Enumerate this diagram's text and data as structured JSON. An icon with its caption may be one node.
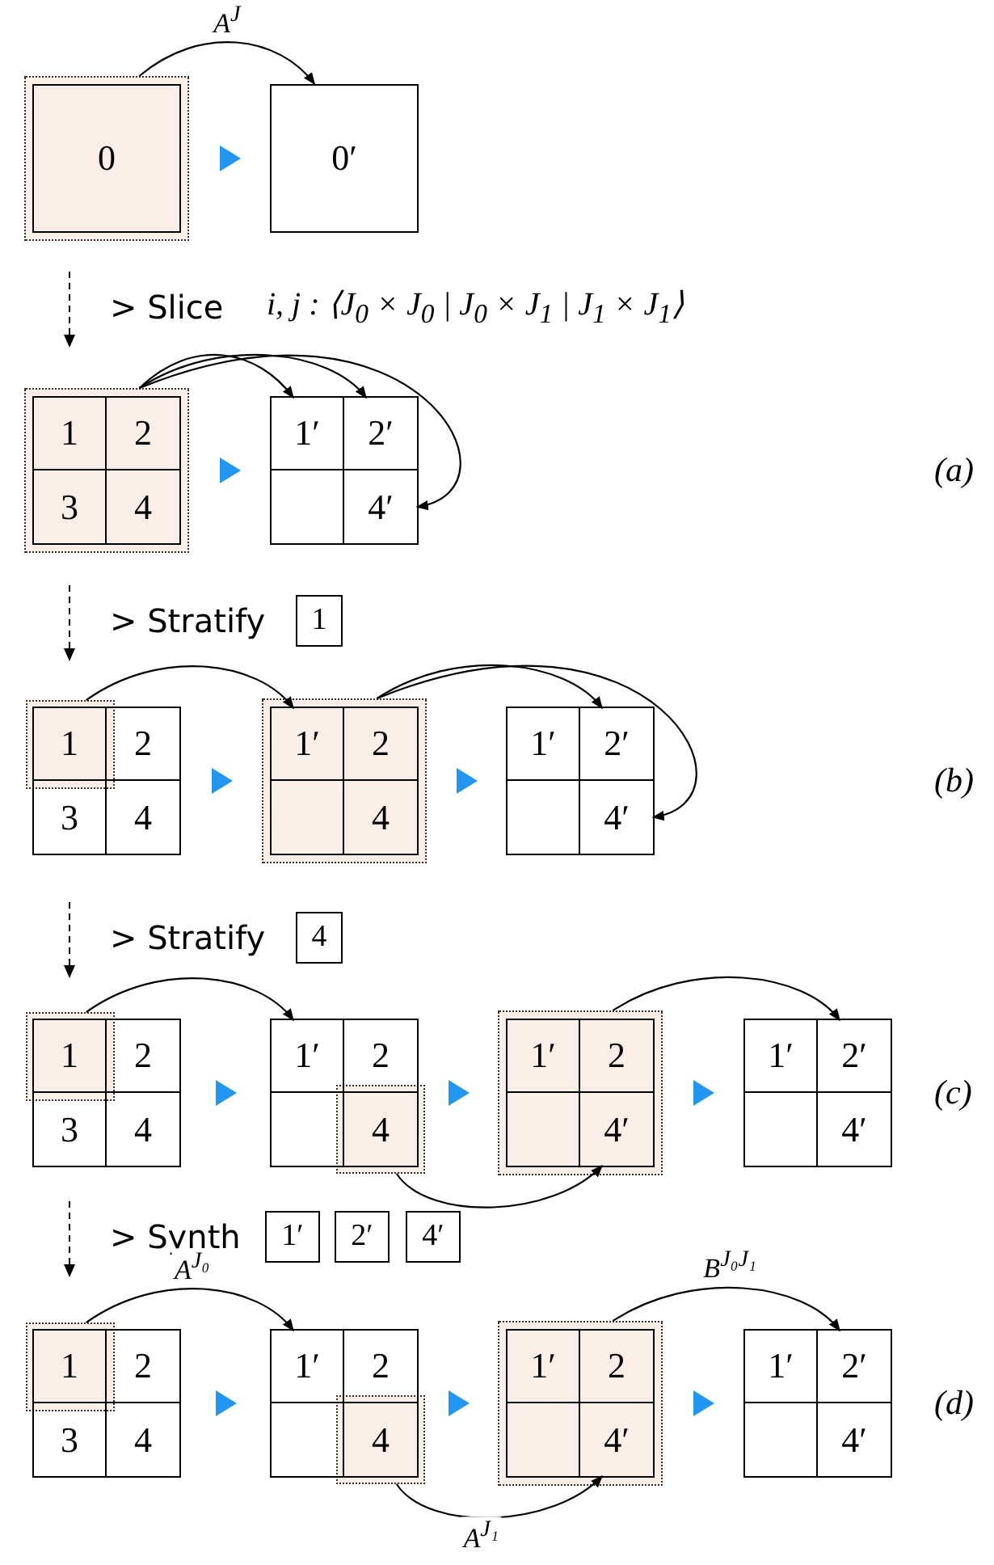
{
  "diagram": {
    "nodes": [
      {
        "text": [
          "0"
        ]
      },
      {
        "text": [
          "0′"
        ]
      },
      {
        "text": [],
        "shape": "box"
      },
      {
        "text": [
          "1"
        ],
        "in": 2
      },
      {
        "text": [
          "2"
        ],
        "in": 2
      },
      {
        "text": [
          "3"
        ],
        "in": 2
      },
      {
        "text": [
          "4"
        ],
        "in": 2
      },
      {
        "text": [],
        "shape": "box"
      },
      {
        "text": [
          "1′"
        ],
        "in": 7
      },
      {
        "text": [
          "2′"
        ],
        "in": 7
      },
      {
        "text": [],
        "shape": "box",
        "in": 7
      },
      {
        "text": [
          "4′"
        ],
        "in": 7
      },
      {
        "text": [
          "1"
        ]
      },
      {
        "text": [],
        "shape": "box"
      },
      {
        "text": [
          "1"
        ],
        "in": 13
      },
      {
        "text": [
          "2"
        ],
        "in": 13
      },
      {
        "text": [
          "3"
        ],
        "in": 13
      },
      {
        "text": [
          "4"
        ],
        "in": 13
      },
      {
        "text": [],
        "shape": "box"
      },
      {
        "text": [
          "1′"
        ],
        "in": 18
      },
      {
        "text": [
          "2"
        ],
        "in": 18
      },
      {
        "text": [],
        "shape": "box",
        "in": 18
      },
      {
        "text": [
          "4"
        ],
        "in": 18
      },
      {
        "text": [],
        "shape": "box"
      },
      {
        "text": [
          "1′"
        ],
        "in": 23
      },
      {
        "text": [
          "2′"
        ],
        "in": 23
      },
      {
        "text": [],
        "shape": "box",
        "in": 23
      },
      {
        "text": [
          "4′"
        ],
        "in": 23
      },
      {
        "text": [
          "4"
        ]
      },
      {
        "text": [],
        "shape": "box"
      },
      {
        "text": [
          "1"
        ],
        "in": 29
      },
      {
        "text": [
          "2"
        ],
        "in": 29
      },
      {
        "text": [
          "3"
        ],
        "in": 29
      },
      {
        "text": [
          "4"
        ],
        "in": 29
      },
      {
        "text": [],
        "shape": "box"
      },
      {
        "text": [
          "1′"
        ],
        "in": 34
      },
      {
        "text": [
          "2"
        ],
        "in": 34
      },
      {
        "text": [],
        "shape": "box",
        "in": 34
      },
      {
        "text": [
          "4"
        ],
        "in": 34
      },
      {
        "text": [],
        "shape": "box"
      },
      {
        "text": [
          "1′"
        ],
        "in": 39
      },
      {
        "text": [
          "2"
        ],
        "in": 39
      },
      {
        "text": [],
        "shape": "box",
        "in": 39
      },
      {
        "text": [
          "4′"
        ],
        "in": 39
      },
      {
        "text": [],
        "shape": "box"
      },
      {
        "text": [
          "1′"
        ],
        "in": 44
      },
      {
        "text": [
          "2′"
        ],
        "in": 44
      },
      {
        "text": [],
        "shape": "box",
        "in": 44
      },
      {
        "text": [
          "4′"
        ],
        "in": 44
      },
      {
        "text": [
          "1′"
        ]
      },
      {
        "text": [
          "2′"
        ]
      },
      {
        "text": [
          "4′"
        ]
      },
      {
        "text": [],
        "shape": "box"
      },
      {
        "text": [
          "1"
        ],
        "in": 52
      },
      {
        "text": [
          "2"
        ],
        "in": 52
      },
      {
        "text": [
          "3"
        ],
        "in": 52
      },
      {
        "text": [
          "4"
        ],
        "in": 52
      },
      {
        "text": [],
        "shape": "box"
      },
      {
        "text": [
          "1′"
        ],
        "in": 57
      },
      {
        "text": [
          "2"
        ],
        "in": 57
      },
      {
        "text": [],
        "shape": "box",
        "in": 57
      },
      {
        "text": [
          "4"
        ],
        "in": 57
      },
      {
        "text": [],
        "shape": "box"
      },
      {
        "text": [
          "1′"
        ],
        "in": 62
      },
      {
        "text": [
          "2"
        ],
        "in": 62
      },
      {
        "text": [],
        "shape": "box",
        "in": 62
      },
      {
        "text": [
          "4′"
        ],
        "in": 62
      },
      {
        "text": [],
        "shape": "box"
      },
      {
        "text": [
          "1′"
        ],
        "in": 67
      },
      {
        "text": [
          "2′"
        ],
        "in": 67
      },
      {
        "text": [],
        "shape": "box",
        "in": 67
      },
      {
        "text": [
          "4′"
        ],
        "in": 67
      }
    ],
    "edges": [
      {
        "from": 0,
        "to": 1,
        "arrow": "to",
        "label": "A$^{J}$"
      },
      {
        "from": 0,
        "to": 1,
        "arrow": "to",
        "color": "#2196f3"
      },
      {
        "from": 2,
        "to": 8,
        "arrow": "to"
      },
      {
        "from": 2,
        "to": 9,
        "arrow": "to"
      },
      {
        "from": 2,
        "to": 11,
        "arrow": "to"
      },
      {
        "from": 2,
        "to": 7,
        "arrow": "to",
        "color": "#2196f3"
      },
      {
        "from": 14,
        "to": 19,
        "arrow": "to"
      },
      {
        "from": 18,
        "to": 25,
        "arrow": "to"
      },
      {
        "from": 18,
        "to": 27,
        "arrow": "to"
      },
      {
        "from": 13,
        "to": 18,
        "arrow": "to",
        "color": "#2196f3"
      },
      {
        "from": 18,
        "to": 23,
        "arrow": "to",
        "color": "#2196f3"
      },
      {
        "from": 30,
        "to": 35,
        "arrow": "to"
      },
      {
        "from": 38,
        "to": 43,
        "arrow": "to"
      },
      {
        "from": 39,
        "to": 46,
        "arrow": "to"
      },
      {
        "from": 29,
        "to": 34,
        "arrow": "to",
        "color": "#2196f3"
      },
      {
        "from": 34,
        "to": 39,
        "arrow": "to",
        "color": "#2196f3"
      },
      {
        "from": 39,
        "to": 44,
        "arrow": "to",
        "color": "#2196f3"
      },
      {
        "from": 53,
        "to": 58,
        "arrow": "to",
        "label": "A$^{J₀}$"
      },
      {
        "from": 61,
        "to": 66,
        "arrow": "to",
        "label": "A$^{J₁}$"
      },
      {
        "from": 62,
        "to": 69,
        "arrow": "to",
        "label": "B$^{J₀J₁}$"
      },
      {
        "from": 52,
        "to": 57,
        "arrow": "to",
        "color": "#2196f3"
      },
      {
        "from": 57,
        "to": 62,
        "arrow": "to",
        "color": "#2196f3"
      },
      {
        "from": 62,
        "to": 67,
        "arrow": "to",
        "color": "#2196f3"
      }
    ],
    "labels": [
      "> Slice",
      "i, j : ⟨J$_{0}$ × J$_{0}$ | J$_{0}$ × J$_{1}$ | J$_{1}$ × J$_{1}$⟩",
      "(a)",
      "> Stratify",
      "(b)",
      "> Stratify",
      "(c)",
      "> Synth",
      "(d)"
    ]
  }
}
